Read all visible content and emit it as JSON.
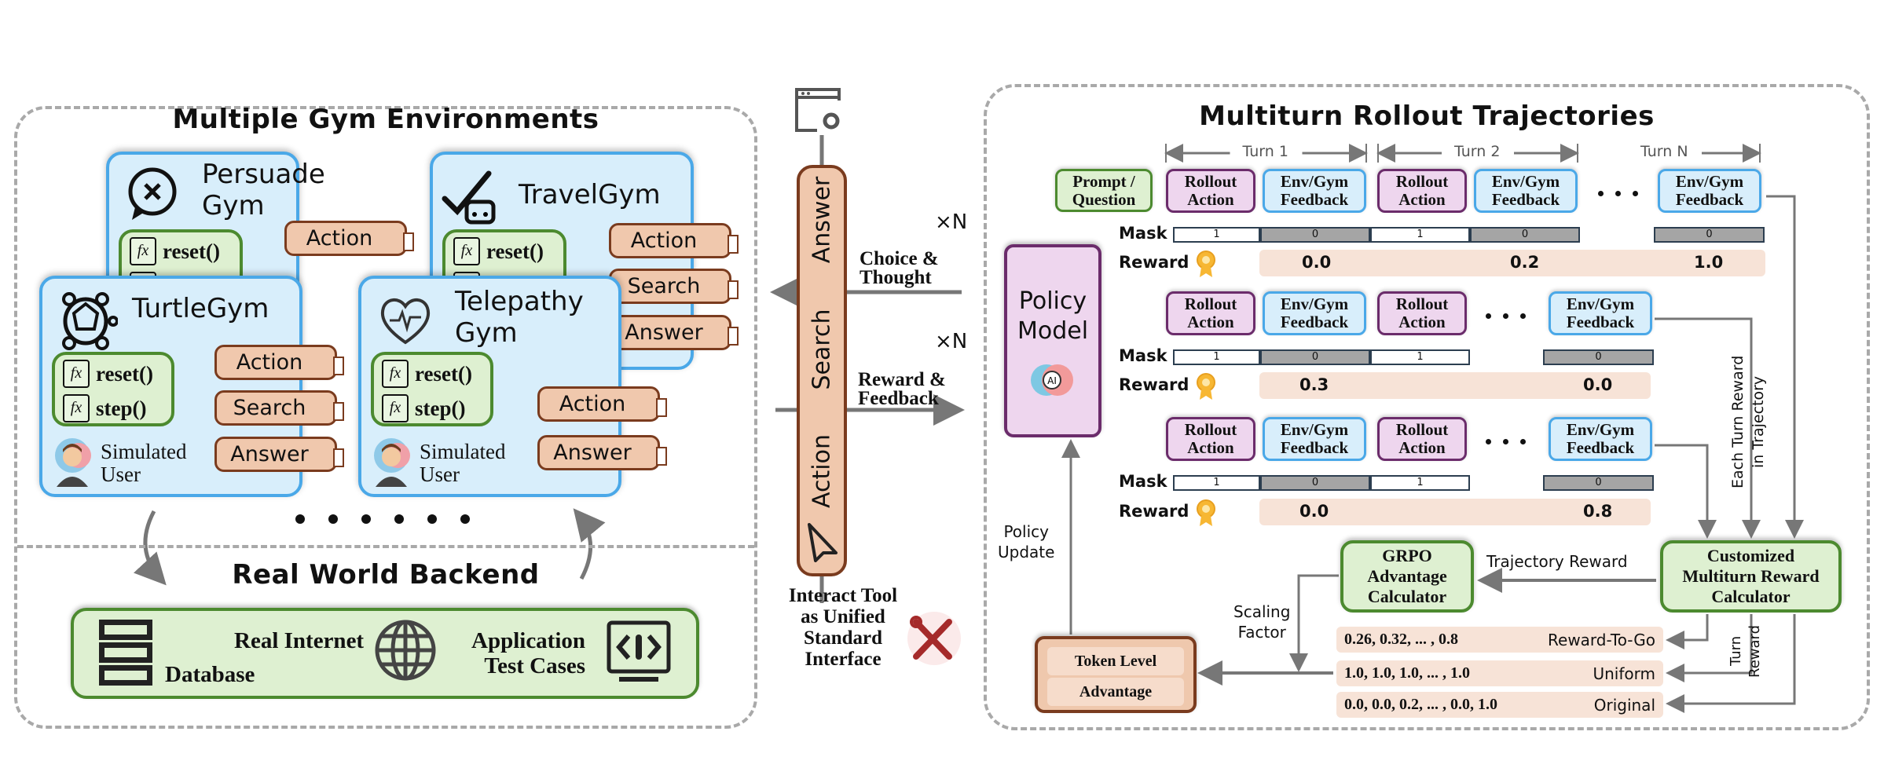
{
  "left_panel": {
    "title": "Multiple Gym Environments",
    "gyms": [
      {
        "name": [
          "Persuade",
          "Gym"
        ],
        "icon": "chat-close-icon",
        "functions": [
          "reset()"
        ],
        "tools": [
          "Action"
        ]
      },
      {
        "name": [
          "TravelGym"
        ],
        "icon": "travel-icon",
        "functions": [
          "reset()"
        ],
        "tools": [
          "Action",
          "Search",
          "Answer"
        ]
      },
      {
        "name": [
          "TurtleGym"
        ],
        "icon": "turtle-icon",
        "functions": [
          "reset()",
          "step()"
        ],
        "tools": [
          "Action",
          "Search",
          "Answer"
        ],
        "user": [
          "Simulated",
          "User"
        ]
      },
      {
        "name": [
          "Telepathy",
          "Gym"
        ],
        "icon": "heartbeat-icon",
        "functions": [
          "reset()",
          "step()"
        ],
        "tools": [
          "Action",
          "Answer"
        ],
        "user": [
          "Simulated",
          "User"
        ]
      }
    ],
    "backend_title": "Real World Backend",
    "backend_items": {
      "database": "Database",
      "internet": "Real Internet",
      "tests": [
        "Application",
        "Test Cases"
      ]
    }
  },
  "center": {
    "bar_labels": [
      "Action",
      "Search",
      "Answer"
    ],
    "choice": {
      "times": "×N",
      "lines": [
        "Choice &",
        "Thought"
      ]
    },
    "reward": {
      "times": "×N",
      "lines": [
        "Reward &",
        "Feedback"
      ]
    },
    "interface_lines": [
      "Interact Tool",
      "as Unified",
      "Standard",
      "Interface"
    ]
  },
  "right_panel": {
    "title": "Multiturn Rollout Trajectories",
    "turns": [
      "Turn 1",
      "Turn 2",
      "Turn N"
    ],
    "prompt": [
      "Prompt /",
      "Question"
    ],
    "rollout": [
      "Rollout",
      "Action"
    ],
    "env": [
      "Env/Gym",
      "Feedback"
    ],
    "mask_label": "Mask",
    "reward_label": "Reward",
    "policy_model": [
      "Policy",
      "Model"
    ],
    "trajectories": [
      {
        "masks": [
          "1",
          "0",
          "1",
          "0",
          "0"
        ],
        "rewards": [
          "0.0",
          "0.2",
          "1.0"
        ]
      },
      {
        "masks": [
          "1",
          "0",
          "1",
          "0"
        ],
        "rewards": [
          "0.3",
          "0.0"
        ]
      },
      {
        "masks": [
          "1",
          "0",
          "1",
          "0"
        ],
        "rewards": [
          "0.0",
          "0.8"
        ]
      }
    ],
    "each_turn_reward": [
      "Each Turn Reward",
      "in Trajectory"
    ],
    "grpo": [
      "GRPO",
      "Advantage",
      "Calculator"
    ],
    "custom_calc": [
      "Customized",
      "Multiturn Reward",
      "Calculator"
    ],
    "trajectory_reward": "Trajectory Reward",
    "scaling_factor": [
      "Scaling",
      "Factor"
    ],
    "turn_reward": [
      "Turn",
      "Reward"
    ],
    "policy_update": [
      "Policy",
      "Update"
    ],
    "token_advantage": [
      "Token Level",
      "Advantage"
    ],
    "reward_modes": [
      {
        "values": "0.26, 0.32, ... , 0.8",
        "name": "Reward-To-Go"
      },
      {
        "values": "1.0, 1.0, 1.0, ... , 1.0",
        "name": "Uniform"
      },
      {
        "values": "0.0, 0.0, 0.2, ... , 0.0, 1.0",
        "name": "Original"
      }
    ]
  },
  "colors": {
    "card_blue": "#d8eefb",
    "card_border": "#4aa8e8",
    "tool_orange": "#f0c8ad",
    "func_green": "#def0d1",
    "rollout_purple": "#eed6ee",
    "reward_bar": "#f7e3d7"
  }
}
